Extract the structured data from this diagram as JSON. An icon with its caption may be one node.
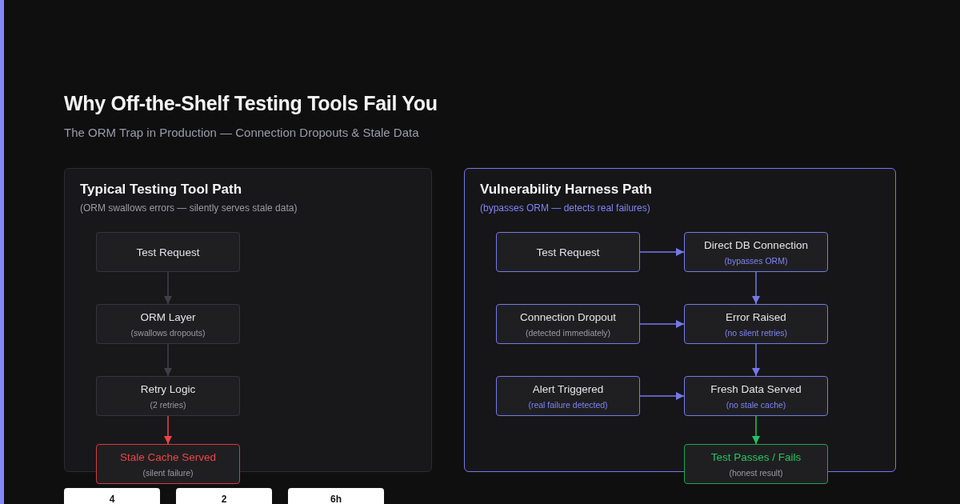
{
  "diagram": {
    "title": "Why Off-the-Shelf Testing Tools Fail You",
    "nodes": [
      {
        "text": [
          "Typical Testing Tool Path",
          "(ORM swallows errors — silently serves stale data)"
        ]
      },
      {
        "text": [
          "Test Request"
        ],
        "in": 0
      },
      {
        "text": [
          "ORM Layer",
          "(swallows dropouts)"
        ],
        "in": 0
      },
      {
        "text": [
          "Retry Logic",
          "(2 retries)"
        ],
        "in": 0
      },
      {
        "text": [
          "Stale Cache Served",
          "(silent failure)"
        ]
      },
      {
        "text": [
          "Vulnerability Harness Path",
          "(bypasses ORM — detects real failures)"
        ]
      },
      {
        "text": [
          "Test Request"
        ],
        "in": 5
      },
      {
        "text": [
          "Direct DB Connection",
          "(bypasses ORM)"
        ],
        "in": 5
      },
      {
        "text": [
          "Connection Dropout",
          "(detected immediately)"
        ],
        "in": 5
      },
      {
        "text": [
          "Error Raised",
          "(no silent retries)"
        ],
        "in": 5
      },
      {
        "text": [
          "Alert Triggered",
          "(real failure detected)"
        ],
        "in": 5
      },
      {
        "text": [
          "Fresh Data Served",
          "(no stale cache)"
        ],
        "in": 5
      },
      {
        "text": [
          "Test Passes / Fails",
          "(honest result)"
        ]
      },
      {
        "text": [
          "4"
        ]
      },
      {
        "text": [
          "2"
        ]
      },
      {
        "text": [
          "6h"
        ]
      }
    ],
    "edges": [
      {
        "from": 1,
        "to": 2,
        "arrow": "to",
        "color": "#3f3f46"
      },
      {
        "from": 2,
        "to": 3,
        "arrow": "to",
        "color": "#3f3f46"
      },
      {
        "from": 3,
        "to": 4,
        "arrow": "to",
        "color": "#ef4444"
      },
      {
        "from": 6,
        "to": 7,
        "arrow": "to"
      },
      {
        "from": 7,
        "to": 9,
        "arrow": "to"
      },
      {
        "from": 8,
        "to": 9,
        "arrow": "to"
      },
      {
        "from": 9,
        "to": 11,
        "arrow": "to"
      },
      {
        "from": 10,
        "to": 11,
        "arrow": "to"
      },
      {
        "from": 11,
        "to": 12,
        "arrow": "to",
        "color": "#22c55e"
      }
    ],
    "labels": [
      "The ORM Trap in Production — Connection Dropouts & Stale Data"
    ]
  }
}
